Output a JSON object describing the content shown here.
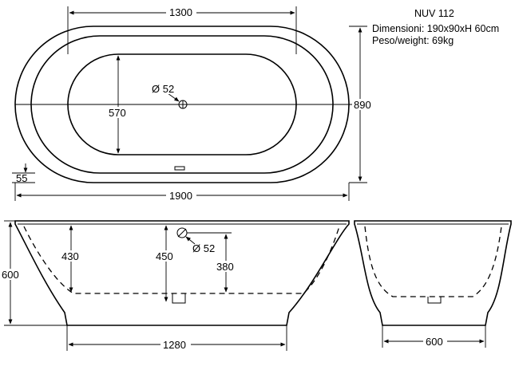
{
  "info": {
    "model": "NUV 112",
    "dimensions": "Dimensioni: 190x90xH 60cm",
    "weight": "Peso/weight: 69kg"
  },
  "top_view": {
    "inner_length": "1300",
    "total_width": "890",
    "basin_width": "570",
    "drain_diameter": "Ø 52",
    "rim_offset": "55",
    "total_length": "1900"
  },
  "front_view": {
    "height_total": "600",
    "depth_left": "430",
    "depth_center": "450",
    "depth_drain": "380",
    "drain_diameter": "Ø 52",
    "base_length": "1280"
  },
  "side_view": {
    "base_width": "600"
  }
}
